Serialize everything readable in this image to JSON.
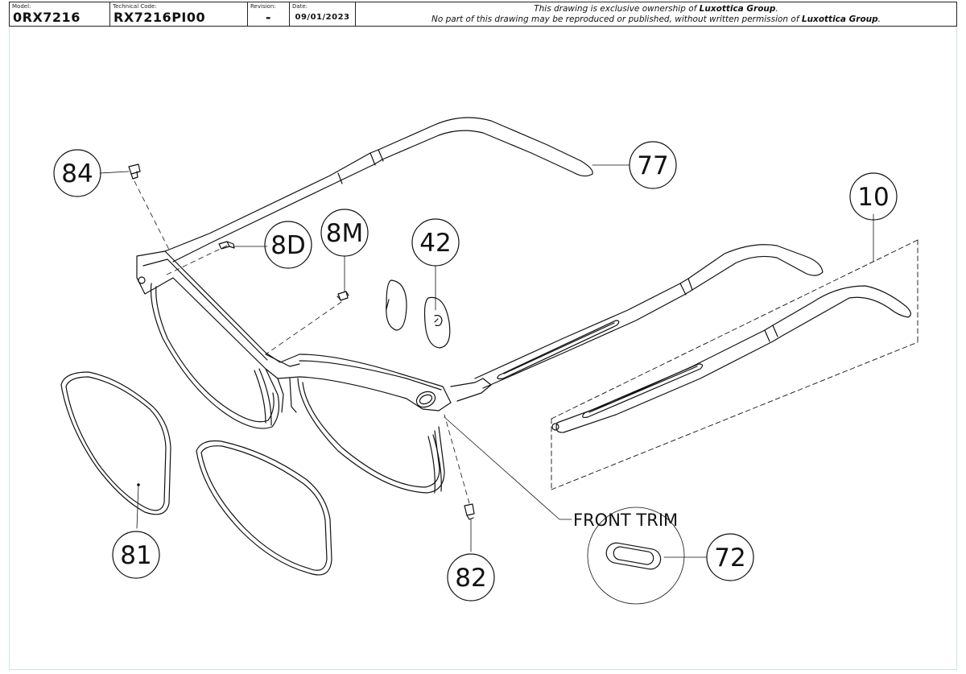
{
  "title_block": {
    "model_label": "Model:",
    "model_value": "0RX7216",
    "technical_code_label": "Technical Code:",
    "technical_code_value": "RX7216PI00",
    "revision_label": "Revision:",
    "revision_value": "-",
    "date_label": "Date:",
    "date_value": "09/01/2023",
    "notice_line1_prefix": "This drawing is exclusive ownership of ",
    "notice_line1_owner": "Luxottica Group",
    "notice_line1_suffix": ".",
    "notice_line2_prefix": "No part of this drawing may be reproduced or published, without written permission of ",
    "notice_line2_owner": "Luxottica Group",
    "notice_line2_suffix": "."
  },
  "callouts": {
    "c84": "84",
    "c77": "77",
    "c10": "10",
    "c8d": "8D",
    "c8m": "8M",
    "c42": "42",
    "c81": "81",
    "c82": "82",
    "c72": "72",
    "front_trim": "FRONT TRIM"
  }
}
